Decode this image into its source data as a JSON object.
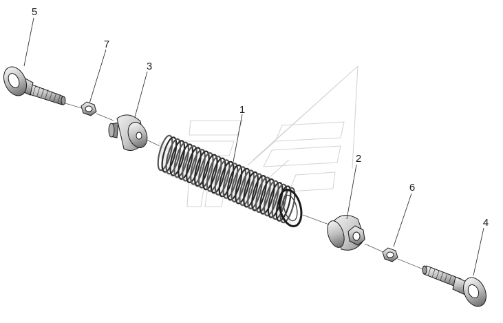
{
  "diagram": {
    "callouts": [
      {
        "id": "part-1",
        "label": "1"
      },
      {
        "id": "part-2",
        "label": "2"
      },
      {
        "id": "part-3",
        "label": "3"
      },
      {
        "id": "part-4",
        "label": "4"
      },
      {
        "id": "part-5",
        "label": "5"
      },
      {
        "id": "part-6",
        "label": "6"
      },
      {
        "id": "part-7",
        "label": "7"
      }
    ],
    "colors": {
      "line": "#1a1a1a",
      "metal_light": "#e8e8e8",
      "metal_mid": "#bdbdbd",
      "metal_dark": "#7a7a7a",
      "watermark": "#d4d4d4"
    }
  }
}
